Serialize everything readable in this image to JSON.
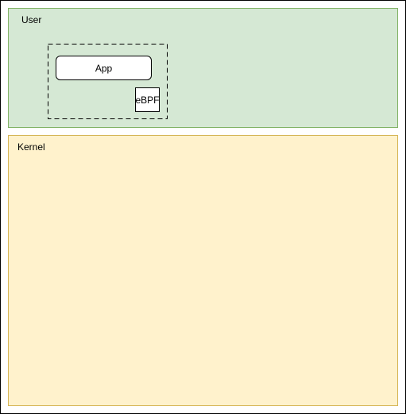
{
  "diagram": {
    "regions": {
      "user": {
        "label": "User",
        "fill": "#d5e8d4",
        "stroke": "#82b366"
      },
      "kernel": {
        "label": "Kernel",
        "fill": "#fff2cc",
        "stroke": "#d6b656"
      }
    },
    "nodes": {
      "app": {
        "label": "App"
      },
      "ebpf": {
        "label": "eBPF"
      }
    }
  }
}
